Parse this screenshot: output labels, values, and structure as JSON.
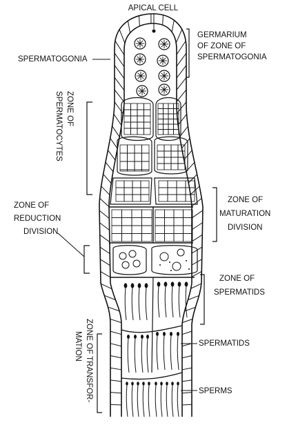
{
  "labels": {
    "apical_cell": "APICAL CELL",
    "germarium": [
      "GERMARIUM",
      "OF ZONE OF",
      "SPERMATOGONIA"
    ],
    "spermatogonia": "SPERMATOGONIA",
    "zone_spermatocytes": [
      "ZONE OF",
      "SPERMATOCYTES"
    ],
    "zone_reduction": [
      "ZONE OF",
      "REDUCTION",
      "DIVISION"
    ],
    "zone_maturation": [
      "ZONE OF",
      "MATURATION",
      "DIVISION"
    ],
    "zone_spermatids": [
      "ZONE OF",
      "SPERMATIDS"
    ],
    "spermatids": "SPERMATIDS",
    "zone_transformation": [
      "ZONE OF TRANSFOR-",
      "MATION"
    ],
    "sperms": "SPERMS"
  },
  "colors": {
    "ink": "#111111",
    "paper": "#ffffff"
  }
}
